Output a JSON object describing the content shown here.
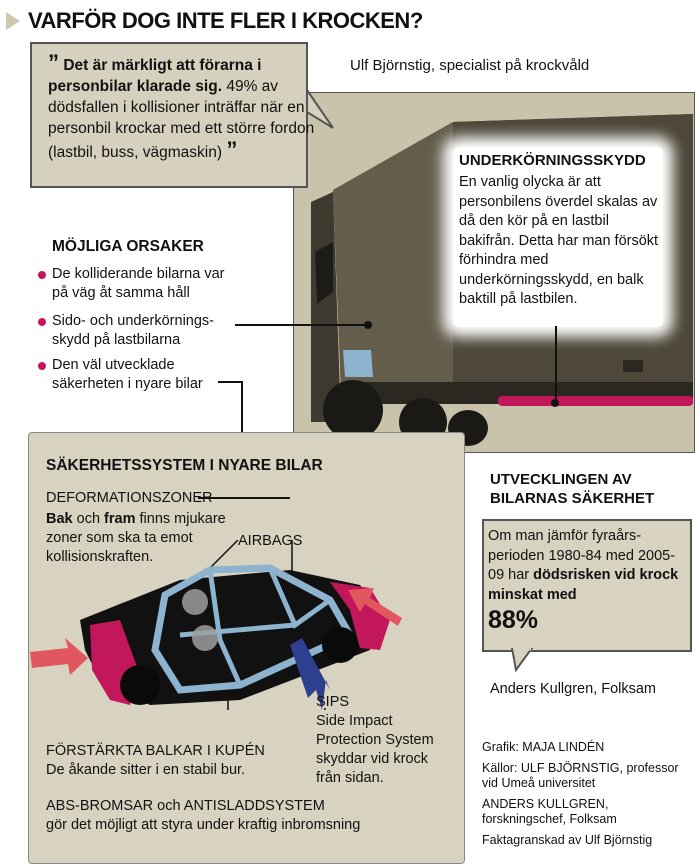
{
  "title": "VARFÖR DOG INTE FLER I KROCKEN?",
  "quote": {
    "open_mark": "”",
    "bold_text": "Det är märkligt att förarna i personbilar klarade sig.",
    "text": "49% av dödsfallen i kollisioner inträffar när en personbil krockar med ett större fordon (lastbil, buss, vägmaskin)",
    "close_mark": "”",
    "attribution": "Ulf Björnstig, specialist på krockvåld"
  },
  "causes": {
    "heading": "MÖJLIGA ORSAKER",
    "items": [
      "De kolliderande bilarna var på väg åt samma håll",
      "Sido- och underkörnings- skydd på lastbilarna",
      "Den väl utvecklade säkerheten i nyare bilar"
    ]
  },
  "underride": {
    "heading": "UNDERKÖRNINGSSKYDD",
    "text": "En vanlig olycka är att personbilens överdel skalas av då den kör på en lastbil bakifrån. Detta har man försökt förhindra med underkörningsskydd, en balk baktill på lastbilen."
  },
  "safety": {
    "heading": "SÄKERHETSSYSTEM I NYARE BILAR",
    "deform_label": "DEFORMATIONSZONER",
    "deform_bold1": "Bak",
    "deform_mid": " och ",
    "deform_bold2": "fram",
    "deform_text": " finns mjukare zoner som ska ta emot kollisionskraften.",
    "airbags": "AIRBAGS",
    "sips_title": "SIPS",
    "sips_text": "Side Impact Protection System skyddar vid krock från sidan.",
    "beams_title": "FÖRSTÄRKTA BALKAR I KUPÉN",
    "beams_text": "De åkande sitter i en stabil bur.",
    "abs_title": "ABS-BROMSAR och ANTISLADDSYSTEM",
    "abs_text": "gör det möjligt att styra under kraftig inbromsning"
  },
  "development": {
    "heading": "UTVECKLINGEN AV BILARNAS SÄKERHET",
    "text": "Om man jämför fyraårs- perioden 1980-84 med 2005-09 har",
    "bold_text": "dödsrisken vid krock minskat med",
    "big_value": "88%",
    "attribution": "Anders Kullgren, Folksam"
  },
  "credits": {
    "graphics": "Grafik: MAJA LINDÉN",
    "sources": "Källor: ULF BJÖRNSTIG, professor vid Umeå universitet",
    "source2": "ANDERS KULLGREN, forskningschef, Folksam",
    "fact": "Faktagranskad av Ulf Björnstig"
  },
  "colors": {
    "accent": "#c2185b",
    "box_bg": "#d6d1be",
    "truck_body": "#4f4a3d",
    "cage": "#8db3cf",
    "arrow": "#e0575f"
  }
}
